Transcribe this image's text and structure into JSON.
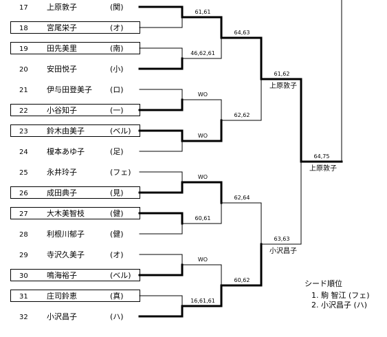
{
  "players": [
    {
      "seed_no": "17",
      "name": "上原敦子",
      "club": "(関)",
      "boxed": false
    },
    {
      "seed_no": "18",
      "name": "宮尾栄子",
      "club": "(オ)",
      "boxed": true
    },
    {
      "seed_no": "19",
      "name": "田先美里",
      "club": "(南)",
      "boxed": true
    },
    {
      "seed_no": "20",
      "name": "安田悦子",
      "club": "(小)",
      "boxed": false
    },
    {
      "seed_no": "21",
      "name": "伊与田登美子",
      "club": "(ロ)",
      "boxed": false
    },
    {
      "seed_no": "22",
      "name": "小谷知子",
      "club": "(一)",
      "boxed": true
    },
    {
      "seed_no": "23",
      "name": "鈴木由美子",
      "club": "(ベル)",
      "boxed": true
    },
    {
      "seed_no": "24",
      "name": "榎本あゆ子",
      "club": "(足)",
      "boxed": false
    },
    {
      "seed_no": "25",
      "name": "永井玲子",
      "club": "(フェ)",
      "boxed": false
    },
    {
      "seed_no": "26",
      "name": "成田典子",
      "club": "(見)",
      "boxed": true
    },
    {
      "seed_no": "27",
      "name": "大木美智枝",
      "club": "(健)",
      "boxed": true
    },
    {
      "seed_no": "28",
      "name": "利根川郁子",
      "club": "(健)",
      "boxed": false
    },
    {
      "seed_no": "29",
      "name": "寺沢久美子",
      "club": "(オ)",
      "boxed": false
    },
    {
      "seed_no": "30",
      "name": "鳴海裕子",
      "club": "(ベル)",
      "boxed": true
    },
    {
      "seed_no": "31",
      "name": "庄司鈴恵",
      "club": "(真)",
      "boxed": true
    },
    {
      "seed_no": "32",
      "name": "小沢昌子",
      "club": "(ハ)",
      "boxed": false
    }
  ],
  "round1_scores": [
    "61,61",
    "46,62,61",
    "WO",
    "WO",
    "WO",
    "60,61",
    "WO",
    "16,61,61"
  ],
  "round2_scores": [
    "64,63",
    "62,62",
    "62,64",
    "60,62"
  ],
  "round3": [
    {
      "score": "61,62",
      "winner": "上原敦子"
    },
    {
      "score": "63,63",
      "winner": "小沢昌子"
    }
  ],
  "final": {
    "score": "64,75",
    "winner": "上原敦子"
  },
  "seeds": {
    "title": "シード順位",
    "items": [
      "1. 駒 智江 (フェ)",
      "2. 小沢昌子 (ハ)"
    ]
  }
}
